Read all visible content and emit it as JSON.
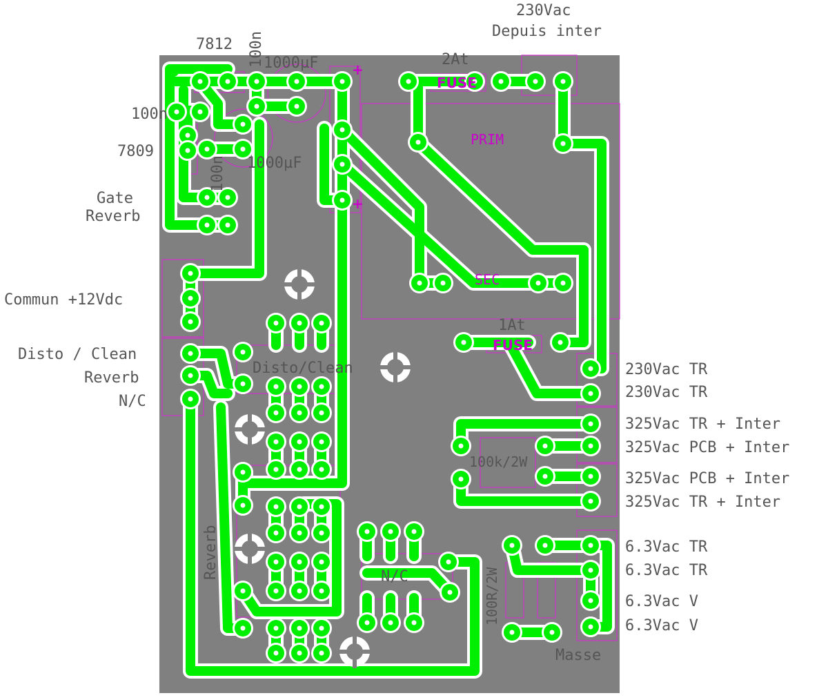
{
  "board": {
    "background": "#808080",
    "copper": "#00ee00",
    "silkscreen": "#cc00cc",
    "text_color": "#555555"
  },
  "labels": {
    "ac_in_1": "230Vac",
    "ac_in_2": "Depuis inter",
    "reg_7812": "7812",
    "cap_100n_top": "100n",
    "cap_1000uf_top": "1000µF",
    "cap_100n_left": "100n",
    "reg_7809": "7809",
    "cap_100n_vert": "100n",
    "cap_1000uf_bot": "1000µF",
    "gate_1": "Gate",
    "gate_2": "Reverb",
    "commun": "Commun +12Vdc",
    "disto_clean": "Disto / Clean",
    "reverb": "Reverb",
    "nc": "N/C",
    "fuse_2at": "2At",
    "fuse_1at": "1At",
    "prim": "PRIM",
    "sec": "SEC",
    "disto_clean_relay": "Disto/Clean",
    "reverb_vert": "Reverb",
    "nc_relay": "N/C",
    "res_100k": "100k/2W",
    "res_100r": "100R/2W",
    "masse": "Masse",
    "fuse_word": "FUSE",
    "plus": "+"
  },
  "right_labels": [
    "230Vac TR",
    "230Vac TR",
    "325Vac TR + Inter",
    "325Vac PCB + Inter",
    "325Vac PCB + Inter",
    "325Vac TR + Inter",
    "6.3Vac TR",
    "6.3Vac TR",
    "6.3Vac V",
    "6.3Vac V"
  ]
}
